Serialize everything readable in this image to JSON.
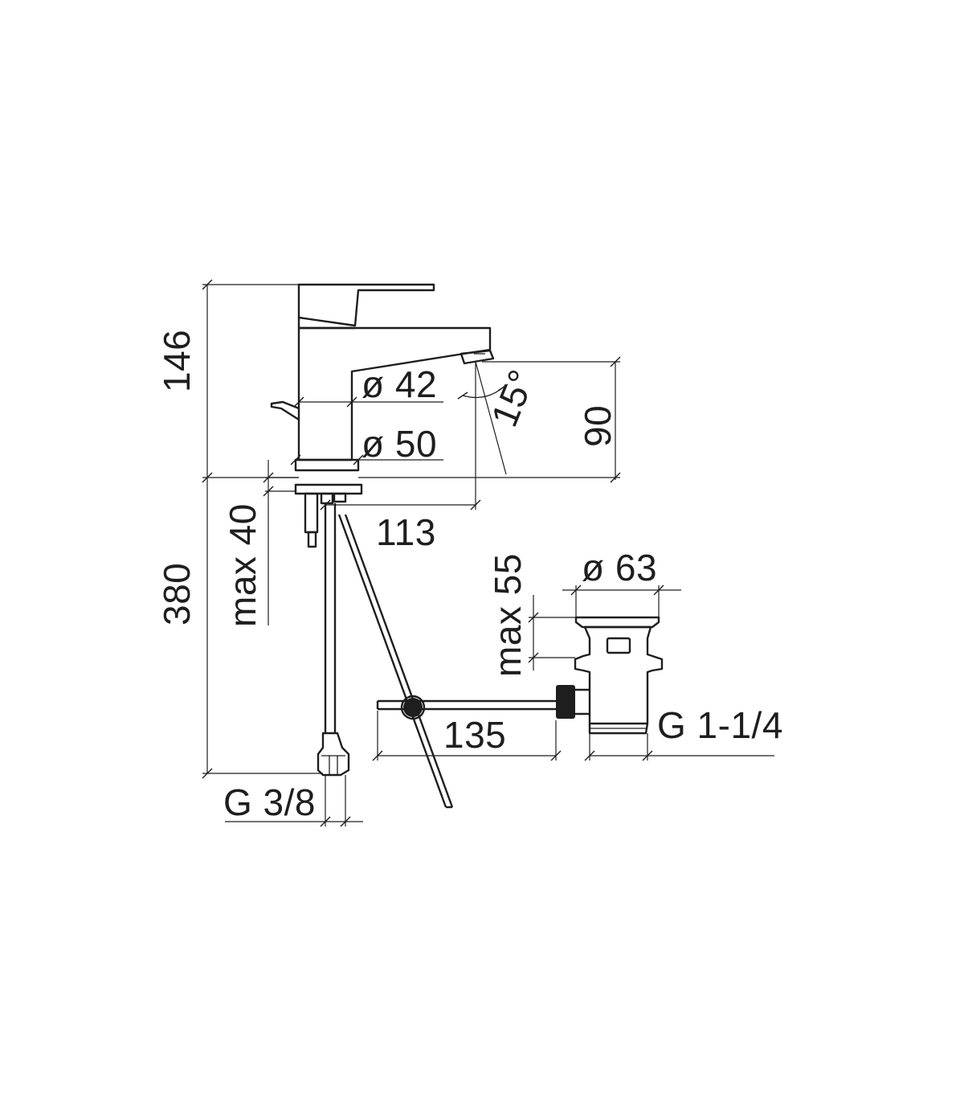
{
  "dimensions": {
    "total_height": "146",
    "body_diameter": "ø 42",
    "base_diameter": "ø 50",
    "spout_angle": "15°",
    "spout_height": "90",
    "spout_reach": "113",
    "max_deck_thickness_tap": "max 40",
    "hose_length": "380",
    "inlet_thread": "G 3/8",
    "max_deck_thickness_waste": "max 55",
    "waste_diameter": "ø 63",
    "pop_up_rod_length": "135",
    "waste_thread": "G 1-1/4"
  },
  "colors": {
    "line": "#1e1e1e",
    "background": "#ffffff"
  }
}
